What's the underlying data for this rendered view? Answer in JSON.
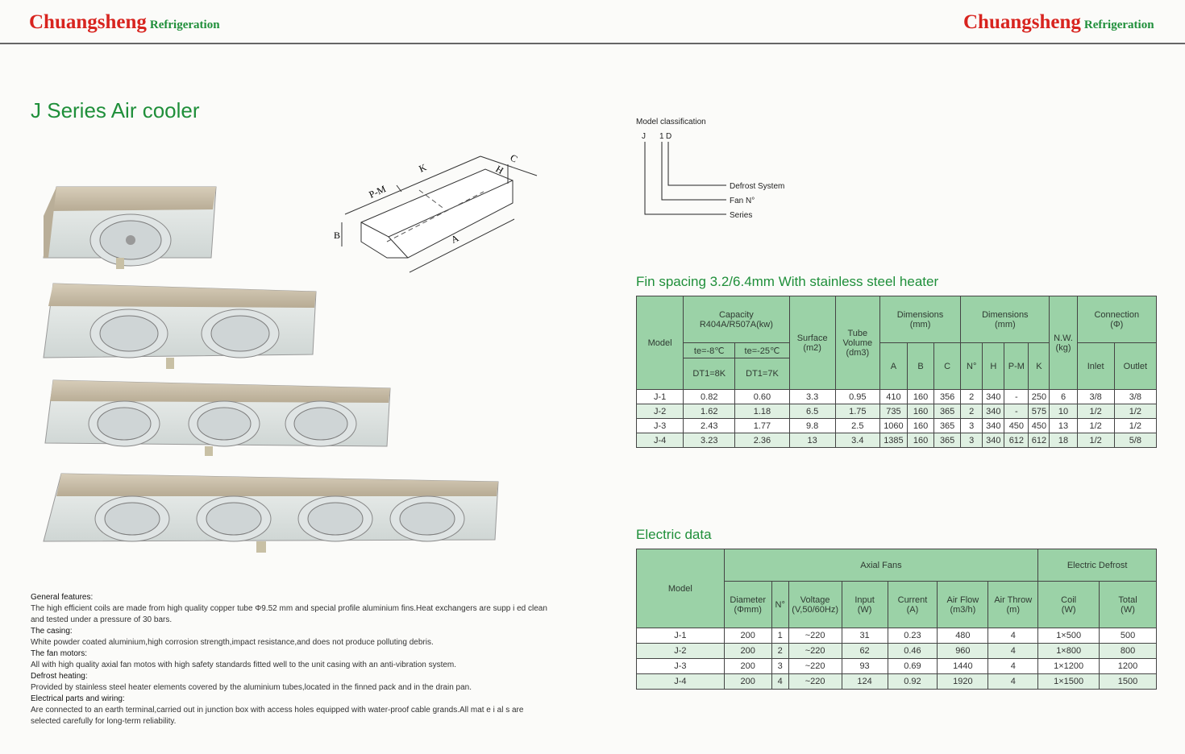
{
  "brand": {
    "name": "Chuangsheng",
    "sub": "Refrigeration"
  },
  "title": "J Series Air cooler",
  "diagram_labels": {
    "pm": "P-M",
    "k": "K",
    "h": "H",
    "c": "C",
    "b": "B",
    "a": "A"
  },
  "model_classification": {
    "heading": "Model classification",
    "code_series": "J",
    "code_fan": "1",
    "code_defrost": "D",
    "defrost": "Defrost System",
    "fan": "Fan N°",
    "series": "Series"
  },
  "spec": {
    "heading": "Fin spacing 3.2/6.4mm   With stainless steel heater",
    "h_model": "Model",
    "h_capacity": "Capacity",
    "h_capacity2": "R404A/R507A(kw)",
    "h_te1": "te=-8℃",
    "h_te2": "te=-25℃",
    "h_dt1": "DT1=8K",
    "h_dt2": "DT1=7K",
    "h_surface": "Surface",
    "h_surface_unit": "(m2)",
    "h_tube": "Tube",
    "h_tube2": "Volume",
    "h_tube_unit": "(dm3)",
    "h_dim": "Dimensions",
    "h_dim_unit": "(mm)",
    "h_a": "A",
    "h_b": "B",
    "h_c": "C",
    "h_no": "N°",
    "h_h": "H",
    "h_pm": "P-M",
    "h_k": "K",
    "h_nw": "N.W.",
    "h_nw_unit": "(kg)",
    "h_conn": "Connection",
    "h_conn_unit": "(Φ)",
    "h_inlet": "Inlet",
    "h_outlet": "Outlet",
    "rows": [
      [
        "J-1",
        "0.82",
        "0.60",
        "3.3",
        "0.95",
        "410",
        "160",
        "356",
        "2",
        "340",
        "-",
        "250",
        "6",
        "3/8",
        "3/8"
      ],
      [
        "J-2",
        "1.62",
        "1.18",
        "6.5",
        "1.75",
        "735",
        "160",
        "365",
        "2",
        "340",
        "-",
        "575",
        "10",
        "1/2",
        "1/2"
      ],
      [
        "J-3",
        "2.43",
        "1.77",
        "9.8",
        "2.5",
        "1060",
        "160",
        "365",
        "3",
        "340",
        "450",
        "450",
        "13",
        "1/2",
        "1/2"
      ],
      [
        "J-4",
        "3.23",
        "2.36",
        "13",
        "3.4",
        "1385",
        "160",
        "365",
        "3",
        "340",
        "612",
        "612",
        "18",
        "1/2",
        "5/8"
      ]
    ]
  },
  "electric": {
    "heading": "Electric data",
    "h_model": "Model",
    "h_axial": "Axial Fans",
    "h_defrost": "Electric Defrost",
    "h_diam": "Diameter",
    "h_diam_unit": "(Φmm)",
    "h_no": "N°",
    "h_volt": "Voltage",
    "h_volt_unit": "(V,50/60Hz)",
    "h_input": "Input",
    "h_input_unit": "(W)",
    "h_current": "Current",
    "h_current_unit": "(A)",
    "h_flow": "Air Flow",
    "h_flow_unit": "(m3/h)",
    "h_throw": "Air Throw",
    "h_throw_unit": "(m)",
    "h_coil": "Coil",
    "h_coil_unit": "(W)",
    "h_total": "Total",
    "h_total_unit": "(W)",
    "rows": [
      [
        "J-1",
        "200",
        "1",
        "~220",
        "31",
        "0.23",
        "480",
        "4",
        "1×500",
        "500"
      ],
      [
        "J-2",
        "200",
        "2",
        "~220",
        "62",
        "0.46",
        "960",
        "4",
        "1×800",
        "800"
      ],
      [
        "J-3",
        "200",
        "3",
        "~220",
        "93",
        "0.69",
        "1440",
        "4",
        "1×1200",
        "1200"
      ],
      [
        "J-4",
        "200",
        "4",
        "~220",
        "124",
        "0.92",
        "1920",
        "4",
        "1×1500",
        "1500"
      ]
    ]
  },
  "features": {
    "general_h": "General features:",
    "general_t1": "The high efficient coils are made from high quality copper tube Φ9.52 mm and special profile aluminium fins.Heat exchangers are  supp i ed clean",
    "general_t2": "and tested under a pressure of 30 bars.",
    "casing_h": "The casing:",
    "casing_t": "White powder coated aluminium,high corrosion strength,impact resistance,and does not produce polluting debris.",
    "motors_h": "The fan motors:",
    "motors_t": "All with high quality axial fan motos with high safety standards fitted well to the unit casing with an anti-vibration system.",
    "defrost_h": "Defrost heating:",
    "defrost_t": "Provided by stainless steel heater elements covered by the aluminium tubes,located in the finned pack and in the drain pan.",
    "elec_h": "Electrical parts and wiring:",
    "elec_t1": "Are connected to an earth terminal,carried out in junction box with access holes equipped with water-proof cable grands.All mat e i al s  are",
    "elec_t2": "selected carefully for long-term reliability."
  }
}
